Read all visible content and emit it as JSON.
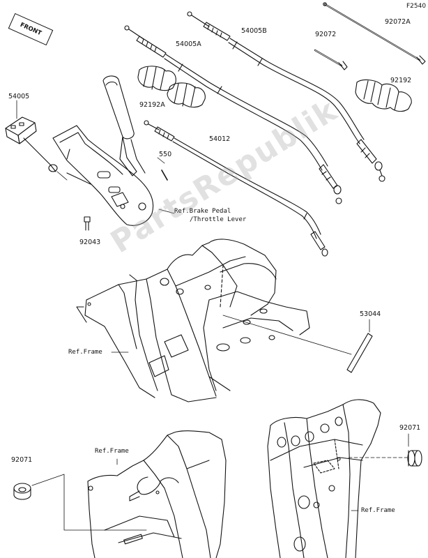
{
  "diagram_code": "F2540",
  "front_label": "FRONT",
  "watermark": "PartsRepublik",
  "parts": {
    "p92072A": "92072A",
    "p92072": "92072",
    "p54005B": "54005B",
    "p54005A": "54005A",
    "p92192": "92192",
    "p92192A": "92192A",
    "p54005": "54005",
    "p54012": "54012",
    "p550": "550",
    "p92043": "92043",
    "p53044": "53044",
    "p92071_right": "92071",
    "p92071_left": "92071"
  },
  "refs": {
    "brake_line1": "Ref.Brake Pedal",
    "brake_line2": "/Throttle Lever",
    "frame_center": "Ref.Frame",
    "frame_left": "Ref.Frame",
    "frame_right": "Ref.Frame"
  }
}
